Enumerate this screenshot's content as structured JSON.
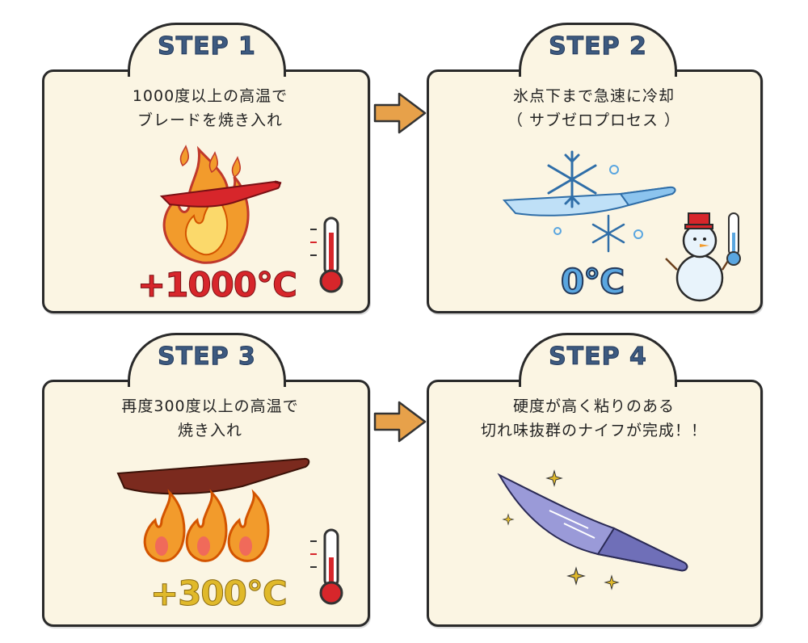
{
  "steps": [
    {
      "title": "STEP 1",
      "line1": "1000度以上の高温で",
      "line2": "ブレードを焼き入れ",
      "temp": "+1000℃"
    },
    {
      "title": "STEP 2",
      "line1": "氷点下まで急速に冷却",
      "line2": "（ サブゼロプロセス ）",
      "temp": "0℃"
    },
    {
      "title": "STEP 3",
      "line1": "再度300度以上の高温で",
      "line2": "焼き入れ",
      "temp": "+300℃"
    },
    {
      "title": "STEP 4",
      "line1": "硬度が高く粘りのある",
      "line2": "切れ味抜群のナイフが完成！！"
    }
  ],
  "colors": {
    "card_bg": "#fbf5e3",
    "title_blue": "#3d5a80",
    "flame_red": "#d7262b",
    "flame_orange": "#f29b2c",
    "ice_blue": "#5aa6e0",
    "arrow_orange": "#e7a14a",
    "gold": "#e0b92a"
  },
  "icons": [
    "flame-icon",
    "thermometer-icon",
    "snowflake-icon",
    "snowman-icon",
    "knife-icon",
    "sparkle-icon",
    "arrow-right-icon"
  ]
}
